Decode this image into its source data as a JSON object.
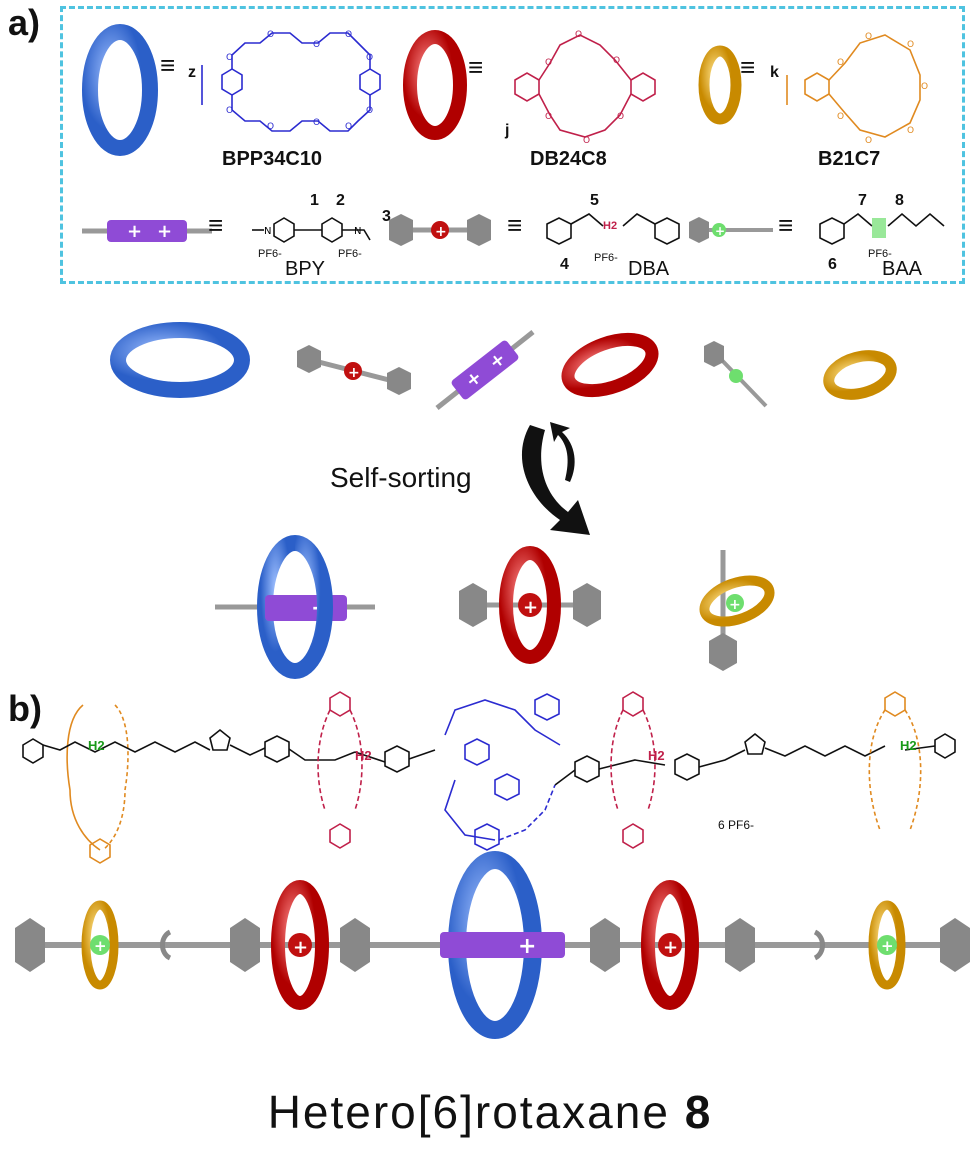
{
  "panel_a_label": "a)",
  "panel_b_label": "b)",
  "macrocycles": {
    "blue": {
      "label": "BPP34C10",
      "unit": "z"
    },
    "red": {
      "label": "DB24C8",
      "unit": "j"
    },
    "gold": {
      "label": "B21C7",
      "unit": "k"
    }
  },
  "axles": {
    "bpy": {
      "label": "BPY",
      "pf6_a": "PF6-",
      "pf6_b": "PF6-",
      "nums": [
        "1",
        "2",
        "3"
      ]
    },
    "dba": {
      "label": "DBA",
      "pf6": "PF6-",
      "nh2": "H2",
      "nums": [
        "5",
        "4"
      ]
    },
    "baa": {
      "label": "BAA",
      "pf6": "PF6-",
      "nums": [
        "7",
        "8",
        "6"
      ]
    }
  },
  "sorting_label": "Self-sorting",
  "counterion_label": "6 PF6-",
  "nh2_label": "H2",
  "title_text": "Hetero[6]rotaxane",
  "title_number": "8",
  "colors": {
    "blue_ring": "#4a7fe0",
    "red_ring": "#e01515",
    "gold_ring": "#f0b020",
    "purple_rod": "#8f4bd6",
    "green_cation": "#6ede6e",
    "gray_stopper": "#8a8a8a",
    "dash_border": "#4fc3e0",
    "struct_blue": "#2b2bd0",
    "struct_red": "#c0204a",
    "struct_orange": "#e08a20"
  }
}
